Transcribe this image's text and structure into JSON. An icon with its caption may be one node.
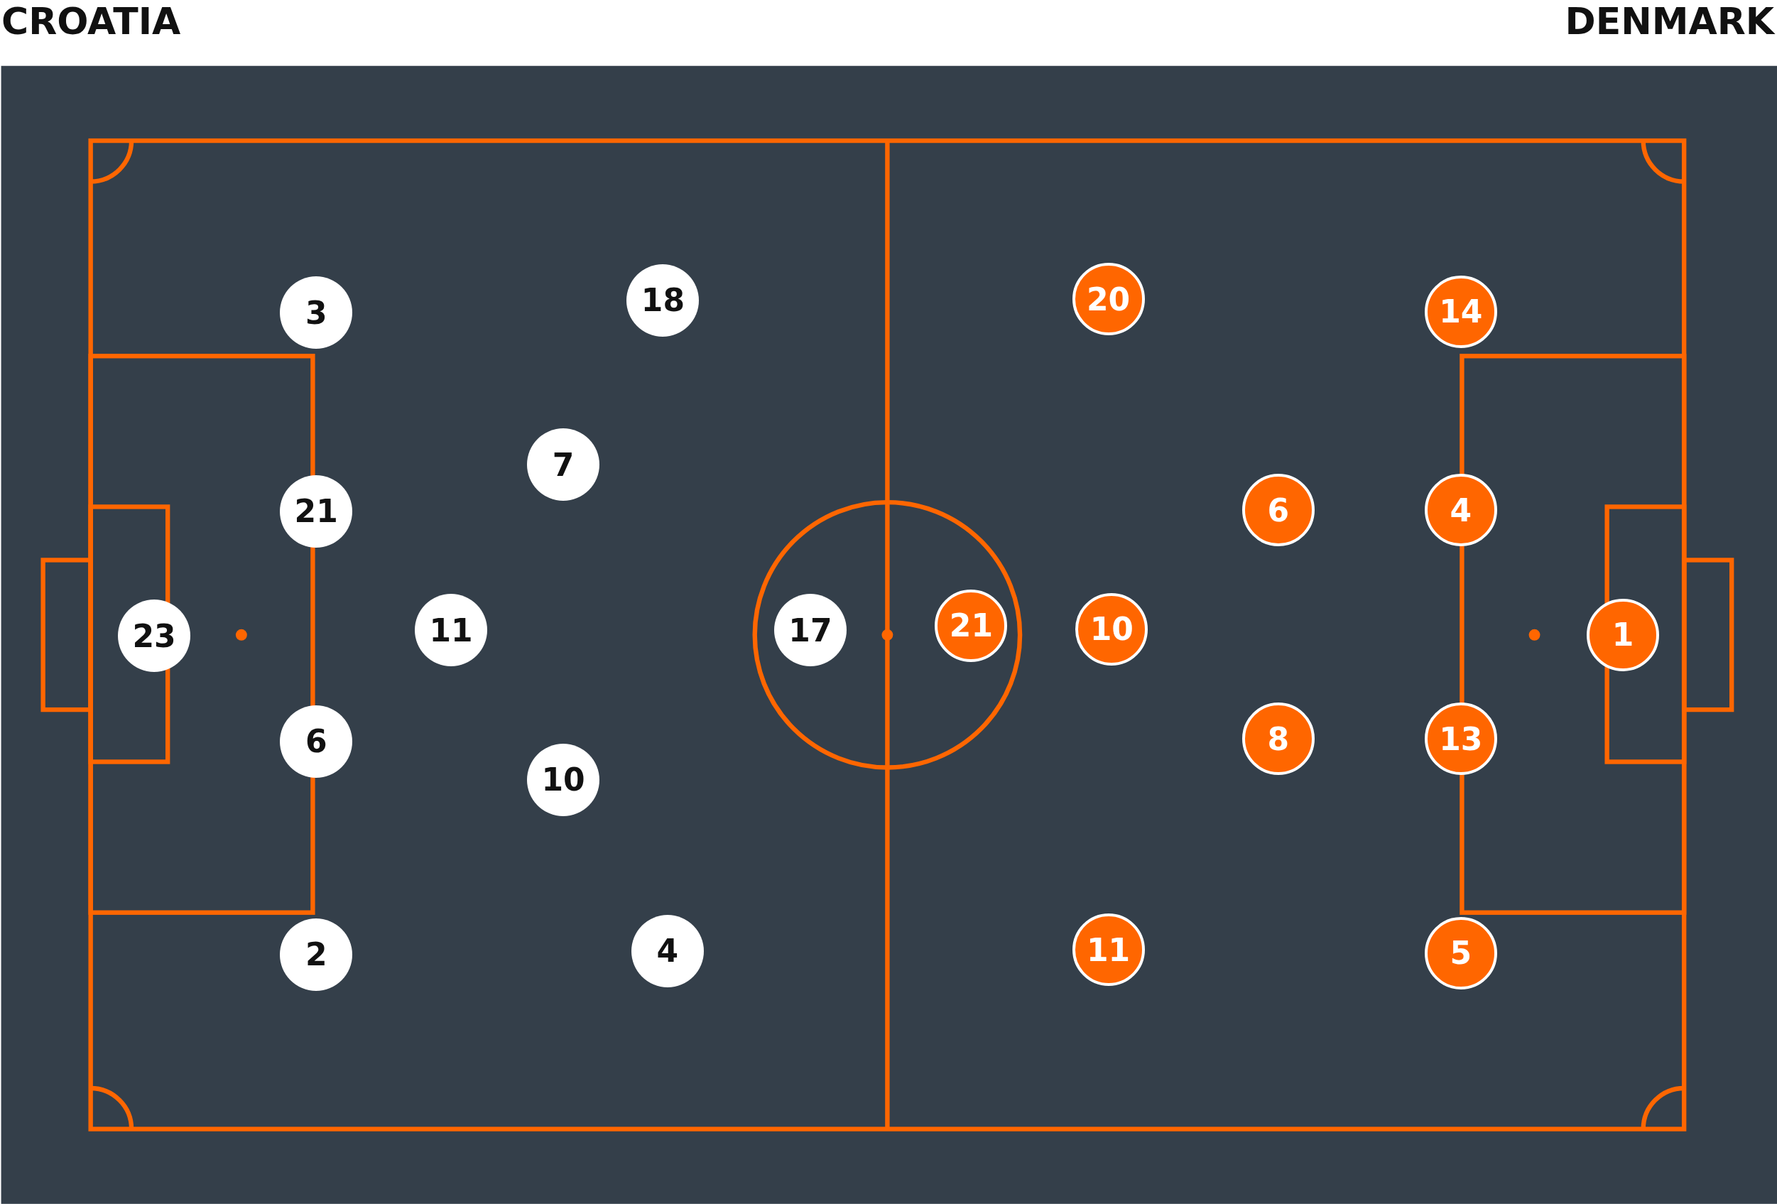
{
  "diagram": {
    "nodes": [
      {
        "text": [
          "3"
        ]
      },
      {
        "text": [
          "18"
        ]
      },
      {
        "text": [
          "7"
        ]
      },
      {
        "text": [
          "21"
        ]
      },
      {
        "text": [
          "23"
        ]
      },
      {
        "text": [
          "11"
        ]
      },
      {
        "text": [
          "17"
        ]
      },
      {
        "text": [
          "6"
        ]
      },
      {
        "text": [
          "10"
        ]
      },
      {
        "text": [
          "2"
        ]
      },
      {
        "text": [
          "4"
        ]
      },
      {
        "text": [
          "20"
        ]
      },
      {
        "text": [
          "14"
        ]
      },
      {
        "text": [
          "6"
        ]
      },
      {
        "text": [
          "4"
        ]
      },
      {
        "text": [
          "21"
        ]
      },
      {
        "text": [
          "10"
        ]
      },
      {
        "text": [
          "1"
        ]
      },
      {
        "text": [
          "8"
        ]
      },
      {
        "text": [
          "13"
        ]
      },
      {
        "text": [
          "11"
        ]
      },
      {
        "text": [
          "5"
        ]
      }
    ],
    "edges": [],
    "labels": [
      "CROATIA",
      "DENMARK"
    ]
  }
}
